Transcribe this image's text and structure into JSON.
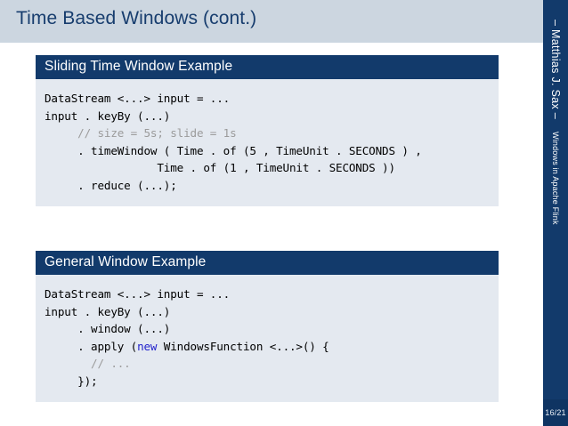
{
  "slide": {
    "title": "Time Based Windows (cont.)",
    "page_number": "16/21",
    "sidebar": {
      "author": "– Matthias J. Sax –",
      "subject": "Windows in Apache Flink"
    },
    "colors": {
      "title_bar_bg": "#ccd6e0",
      "title_text": "#173d6e",
      "block_header_bg": "#123a6b",
      "block_body_bg": "#e4e9f0",
      "sidebar_bg": "#123a6b",
      "page_box_bg": "#0f3462",
      "comment": "#9b9b9b",
      "keyword": "#2222cc"
    },
    "blocks": [
      {
        "header": "Sliding Time Window Example",
        "code_lines": [
          {
            "segments": [
              {
                "text": "DataStream <...> input = ...",
                "style": "plain"
              }
            ]
          },
          {
            "segments": [
              {
                "text": "input . keyBy (...)",
                "style": "plain"
              }
            ]
          },
          {
            "segments": [
              {
                "text": "     // size = 5s; slide = 1s",
                "style": "comment"
              }
            ]
          },
          {
            "segments": [
              {
                "text": "     . timeWindow ( Time . of (5 , TimeUnit . SECONDS ) ,",
                "style": "plain"
              }
            ]
          },
          {
            "segments": [
              {
                "text": "                 Time . of (1 , TimeUnit . SECONDS ))",
                "style": "plain"
              }
            ]
          },
          {
            "segments": [
              {
                "text": "     . reduce (...);",
                "style": "plain"
              }
            ]
          }
        ]
      },
      {
        "header": "General Window Example",
        "code_lines": [
          {
            "segments": [
              {
                "text": "DataStream <...> input = ...",
                "style": "plain"
              }
            ]
          },
          {
            "segments": [
              {
                "text": "input . keyBy (...)",
                "style": "plain"
              }
            ]
          },
          {
            "segments": [
              {
                "text": "     . window (...)",
                "style": "plain"
              }
            ]
          },
          {
            "segments": [
              {
                "text": "     . apply (",
                "style": "plain"
              },
              {
                "text": "new",
                "style": "keyword"
              },
              {
                "text": " WindowsFunction <...>() {",
                "style": "plain"
              }
            ]
          },
          {
            "segments": [
              {
                "text": "       // ...",
                "style": "comment"
              }
            ]
          },
          {
            "segments": [
              {
                "text": "     });",
                "style": "plain"
              }
            ]
          }
        ]
      }
    ]
  }
}
